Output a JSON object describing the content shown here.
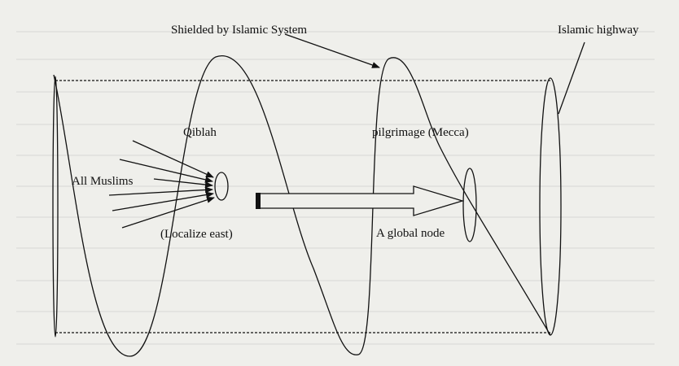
{
  "labels": {
    "shielded": "Shielded by Islamic System",
    "highway": "Islamic highway",
    "qiblah": "Qiblah",
    "pilgrimage": "pilgrimage (Mecca)",
    "all_muslims": "All Muslims",
    "localize": "(Localize east)",
    "global_node": "A global node"
  },
  "colors": {
    "ink": "#111111",
    "paper": "#efefeb"
  }
}
